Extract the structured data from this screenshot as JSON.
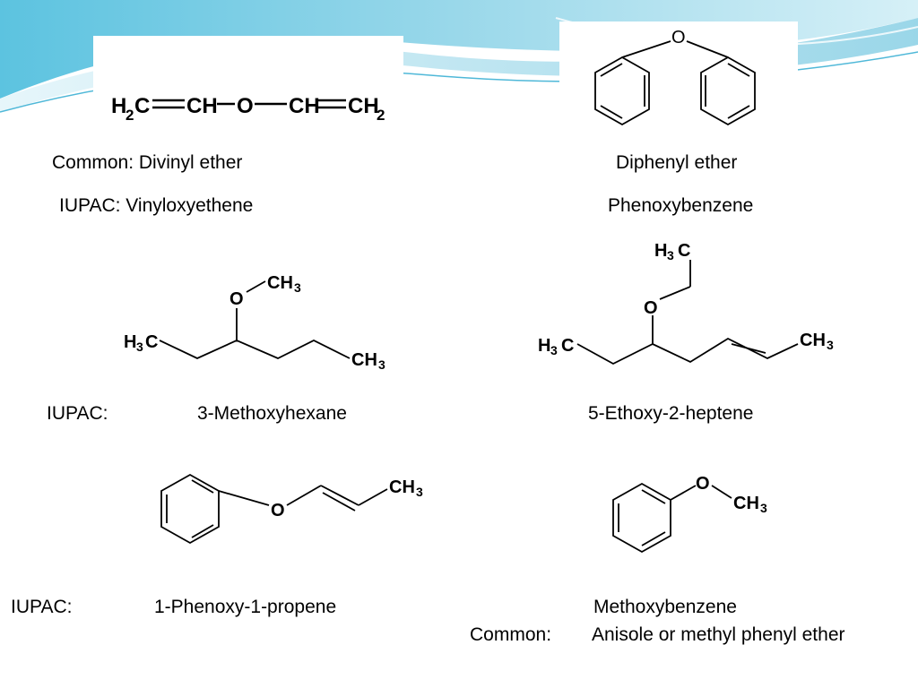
{
  "theme": {
    "accent": "#4fb8d8",
    "accent_light": "#bfe6f1",
    "accent_dark": "#2a8fb3"
  },
  "molecules": {
    "divinyl": {
      "common_label": "Common: Divinyl ether",
      "iupac_label": "IUPAC: Vinyloxyethene",
      "atoms": {
        "h2c": "H",
        "h2c_sub": "2",
        "h2c_c": "C",
        "ch1": "CH",
        "o": "O",
        "ch2": "CH",
        "ch2_right": "CH",
        "ch2_sub": "2"
      }
    },
    "diphenyl": {
      "common_label": "Diphenyl ether",
      "iupac_label": "Phenoxybenzene",
      "atoms": {
        "o": "O"
      }
    },
    "methoxyhexane": {
      "prefix": "IUPAC:",
      "name": "3-Methoxyhexane",
      "atoms": {
        "o": "O",
        "ch3_top": "CH",
        "ch3_top_sub": "3",
        "h3c": "H",
        "h3c_sub": "3",
        "h3c_c": "C",
        "ch3_right": "CH",
        "ch3_right_sub": "3"
      }
    },
    "ethoxyheptene": {
      "name": "5-Ethoxy-2-heptene",
      "atoms": {
        "h3c_top": "H",
        "h3c_top_sub": "3",
        "h3c_top_c": "C",
        "o": "O",
        "h3c_left": "H",
        "h3c_left_sub": "3",
        "h3c_left_c": "C",
        "ch3": "CH",
        "ch3_sub": "3"
      }
    },
    "phenoxypropene": {
      "prefix": "IUPAC:",
      "name": "1-Phenoxy-1-propene",
      "atoms": {
        "o": "O",
        "ch3": "CH",
        "ch3_sub": "3"
      }
    },
    "anisole": {
      "iupac_label": "Methoxybenzene",
      "common_prefix": "Common:",
      "common_name": "Anisole or methyl phenyl ether",
      "atoms": {
        "o": "O",
        "ch3": "CH",
        "ch3_sub": "3"
      }
    }
  }
}
